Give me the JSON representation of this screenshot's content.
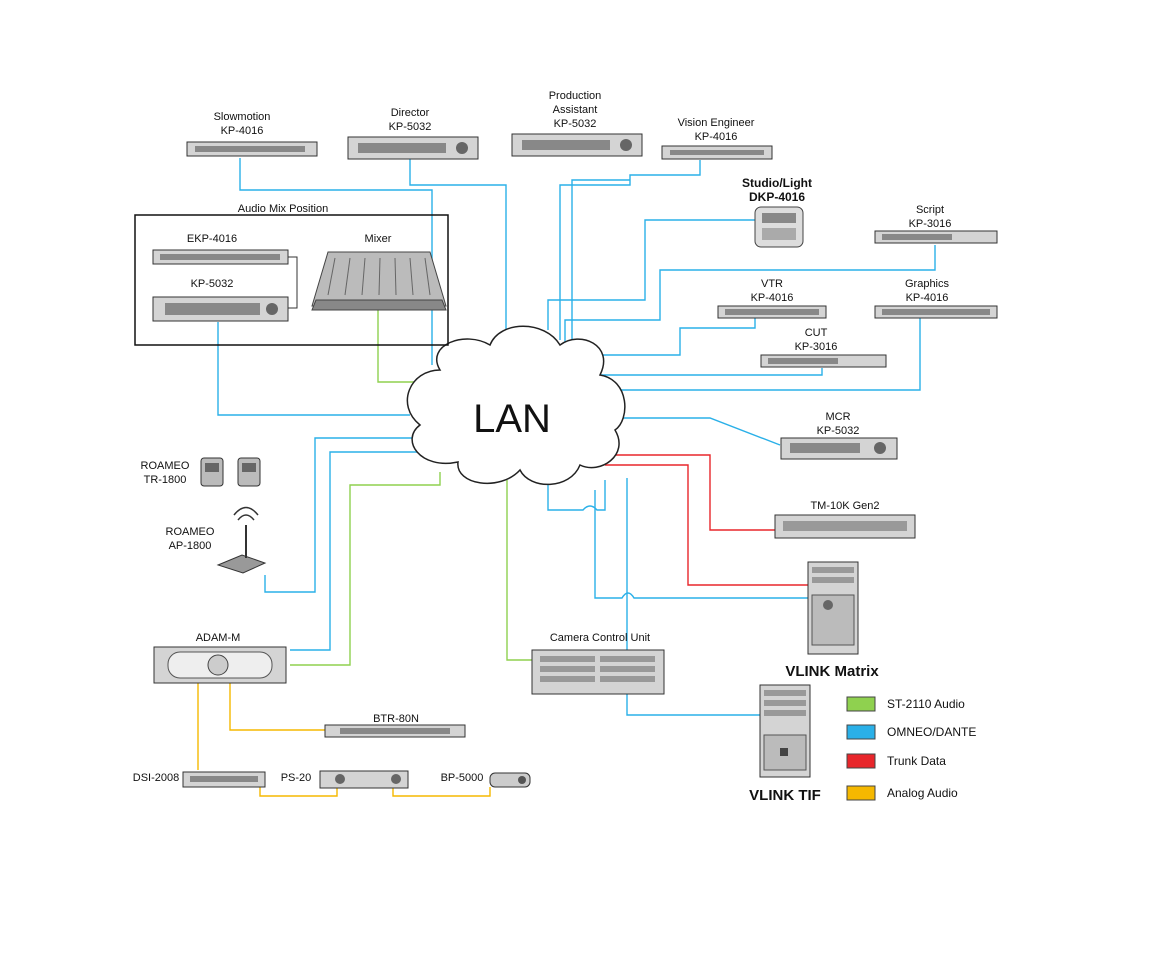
{
  "center": {
    "label": "LAN"
  },
  "devices": {
    "slowmotion": {
      "name": "Slowmotion",
      "model": "KP-4016"
    },
    "director": {
      "name": "Director",
      "model": "KP-5032"
    },
    "production_assistant": {
      "name_line1": "Production",
      "name_line2": "Assistant",
      "model": "KP-5032"
    },
    "vision_engineer": {
      "name": "Vision Engineer",
      "model": "KP-4016"
    },
    "studio_light": {
      "name": "Studio/Light",
      "model": "DKP-4016"
    },
    "script": {
      "name": "Script",
      "model": "KP-3016"
    },
    "vtr": {
      "name": "VTR",
      "model": "KP-4016"
    },
    "graphics": {
      "name": "Graphics",
      "model": "KP-4016"
    },
    "cut": {
      "name": "CUT",
      "model": "KP-3016"
    },
    "mcr": {
      "name": "MCR",
      "model": "KP-5032"
    },
    "tm10k": {
      "name": "TM-10K Gen2"
    },
    "vlink_matrix": {
      "name": "VLINK Matrix"
    },
    "vlink_tif": {
      "name": "VLINK TIF"
    },
    "camera_control_unit": {
      "name": "Camera Control Unit"
    },
    "roameo_tr": {
      "name": "ROAMEO",
      "model": "TR-1800"
    },
    "roameo_ap": {
      "name": "ROAMEO",
      "model": "AP-1800"
    },
    "adam_m": {
      "name": "ADAM-M"
    },
    "btr80n": {
      "name": "BTR-80N"
    },
    "dsi2008": {
      "name": "DSI-2008"
    },
    "ps20": {
      "name": "PS-20"
    },
    "bp5000": {
      "name": "BP-5000"
    }
  },
  "audio_mix_position": {
    "title": "Audio Mix Position",
    "ekp": "EKP-4016",
    "kp": "KP-5032",
    "mixer": "Mixer"
  },
  "legend": [
    {
      "label": "ST-2110 Audio",
      "color": "#8fd14f"
    },
    {
      "label": "OMNEO/DANTE",
      "color": "#2ab0e8"
    },
    {
      "label": "Trunk Data",
      "color": "#e8262b"
    },
    {
      "label": "Analog Audio",
      "color": "#f5b800"
    }
  ]
}
